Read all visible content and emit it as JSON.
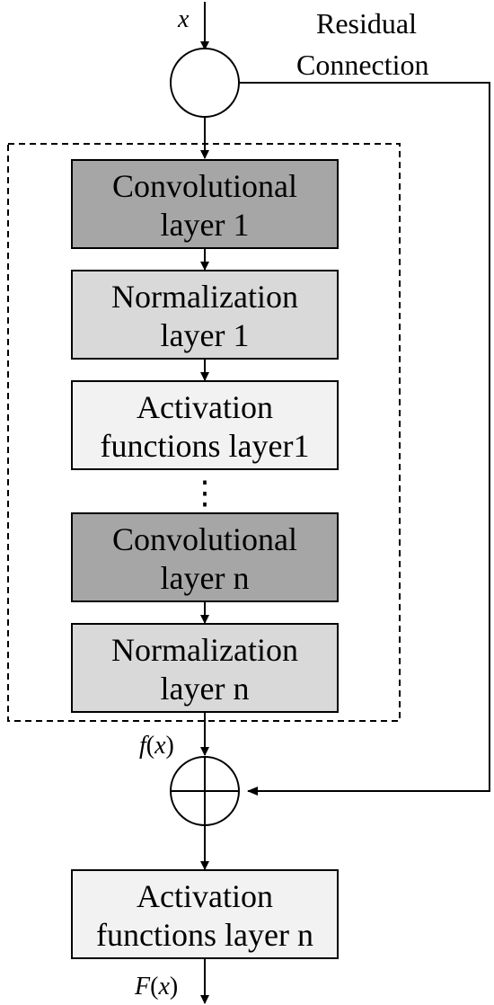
{
  "colors": {
    "convolutional": "#a6a6a6",
    "normalization": "#d9d9d9",
    "activation": "#f2f2f2",
    "line": "#000000",
    "background": "#ffffff"
  },
  "input_label": "x",
  "residual_label": {
    "line1": "Residual",
    "line2": "Connection"
  },
  "blocks": {
    "conv1": {
      "line1": "Convolutional",
      "line2": "layer 1"
    },
    "norm1": {
      "line1": "Normalization",
      "line2": "layer 1"
    },
    "act1": {
      "line1": "Activation",
      "line2": "functions layer1"
    },
    "ellipsis": "⋮",
    "convn": {
      "line1": "Convolutional",
      "line2": "layer n"
    },
    "normn": {
      "line1": "Normalization",
      "line2": "layer n"
    },
    "actn": {
      "line1": "Activation",
      "line2": "functions layer n"
    }
  },
  "fx_label": {
    "func": "f",
    "open": "(",
    "var": "x",
    "close": ")"
  },
  "Fx_label": {
    "func": "F",
    "open": "(",
    "var": "x",
    "close": ")"
  },
  "sum_symbol": "+"
}
